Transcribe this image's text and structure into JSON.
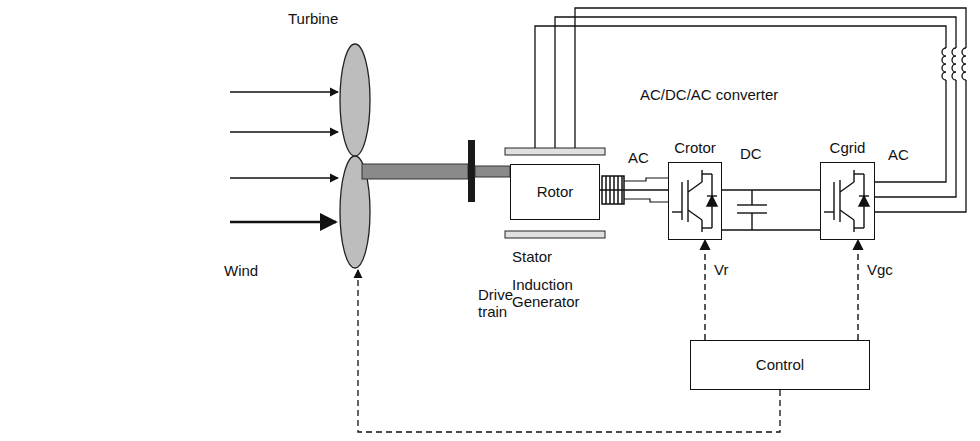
{
  "diagram": {
    "nodes": [
      {
        "text": [
          "Rotor"
        ]
      },
      {
        "text": [
          "Crotor"
        ]
      },
      {
        "text": [
          "Cgrid"
        ]
      },
      {
        "text": [
          "Control"
        ]
      }
    ],
    "edges": [
      {
        "from": 0,
        "to": 1,
        "arrow": "none",
        "label": "AC"
      },
      {
        "from": 1,
        "to": 2,
        "arrow": "none",
        "label": "DC"
      },
      {
        "from": 3,
        "to": 1,
        "arrow": "to",
        "label": "Vr"
      },
      {
        "from": 3,
        "to": 2,
        "arrow": "to",
        "label": "Vgc"
      }
    ],
    "labels": [
      "Turbine",
      "AC/DC/AC converter",
      "Wind",
      "Drive train",
      "Stator",
      "Induction Generator",
      "AC"
    ]
  }
}
